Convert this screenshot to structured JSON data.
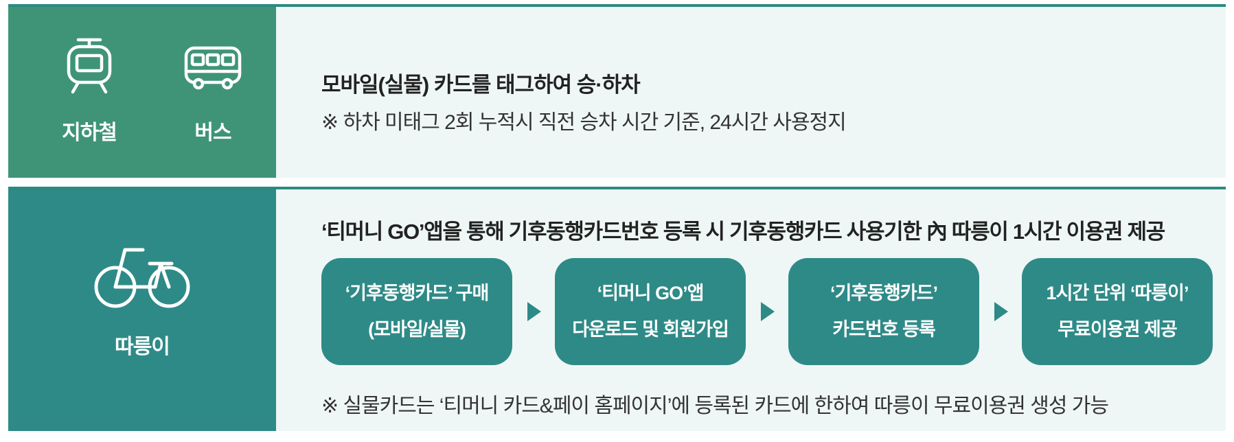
{
  "transit": {
    "subway_label": "지하철",
    "bus_label": "버스",
    "title": "모바일(실물) 카드를 태그하여 승·하차",
    "note": "※ 하차 미태그 2회 누적시 직전 승차 시간 기준, 24시간 사용정지"
  },
  "bike": {
    "label": "따릉이",
    "title": "‘티머니 GO’앱을 통해 기후동행카드번호 등록 시 기후동행카드 사용기한 內 따릉이 1시간 이용권 제공",
    "steps": [
      {
        "line1": "‘기후동행카드’ 구매",
        "line2": "(모바일/실물)"
      },
      {
        "line1": "‘티머니 GO’앱",
        "line2": "다운로드 및 회원가입"
      },
      {
        "line1": "‘기후동행카드’",
        "line2": "카드번호 등록"
      },
      {
        "line1": "1시간 단위 ‘따릉이’",
        "line2": "무료이용권 제공"
      }
    ],
    "note": "※ 실물카드는 ‘티머니 카드&페이 홈페이지’에 등록된 카드에 한하여 따릉이 무료이용권 생성 가능"
  },
  "colors": {
    "transit_panel": "#3f9478",
    "bike_panel": "#2e8a87",
    "content_bg": "#eef7f5",
    "accent_border": "#2a8a80"
  }
}
